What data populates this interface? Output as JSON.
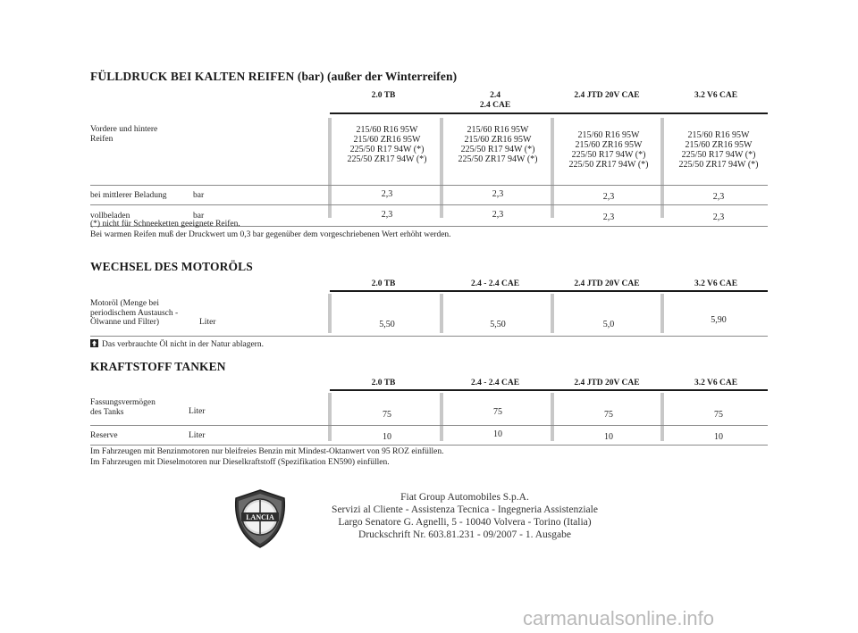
{
  "tires": {
    "title": "FÜLLDRUCK BEI KALTEN REIFEN (bar) (außer der Winterreifen)",
    "headers": [
      {
        "line1": "2.0 TB",
        "line2": ""
      },
      {
        "line1": "2.4",
        "line2": "2.4 CAE"
      },
      {
        "line1": "2.4 JTD 20V CAE",
        "line2": ""
      },
      {
        "line1": "3.2 V6 CAE",
        "line2": ""
      }
    ],
    "rows": [
      {
        "label": "Vordere und hintere\nReifen",
        "unit": "",
        "values": [
          "215/60 R16 95W\n215/60 ZR16 95W\n225/50 R17 94W (*)\n225/50 ZR17 94W (*)",
          "215/60 R16 95W\n215/60 ZR16 95W\n225/50 R17 94W (*)\n225/50 ZR17 94W (*)",
          "215/60 R16 95W\n215/60 ZR16 95W\n225/50 R17 94W (*)\n225/50 ZR17 94W (*)",
          "215/60 R16 95W\n215/60 ZR16 95W\n225/50 R17 94W (*)\n225/50 ZR17 94W (*)"
        ]
      },
      {
        "label": "bei mittlerer Beladung",
        "unit": "bar",
        "values": [
          "2,3",
          "2,3",
          "2,3",
          "2,3"
        ]
      },
      {
        "label": "vollbeladen",
        "unit": "bar",
        "values": [
          "2,3",
          "2,3",
          "2,3",
          "2,3"
        ]
      }
    ],
    "notes": [
      "(*) nicht für Schneeketten geeignete Reifen.",
      "Bei warmen Reifen muß der Druckwert um 0,3 bar gegenüber dem vorgeschriebenen Wert erhöht werden."
    ]
  },
  "oil": {
    "title": "WECHSEL DES MOTORÖLS",
    "headers": [
      "2.0 TB",
      "2.4 - 2.4 CAE",
      "2.4 JTD 20V CAE",
      "3.2 V6 CAE"
    ],
    "row": {
      "label": "Motoröl (Menge bei\nperiodischem Austausch -\nÖlwanne und Filter)",
      "unit": "Liter",
      "values": [
        "5,50",
        "5,50",
        "5,0",
        "5,90"
      ]
    },
    "note": "Das verbrauchte Öl nicht in der Natur ablagern."
  },
  "fuel": {
    "title": "KRAFTSTOFF TANKEN",
    "headers": [
      "2.0 TB",
      "2.4 - 2.4 CAE",
      "2.4 JTD 20V CAE",
      "3.2 V6 CAE"
    ],
    "rows": [
      {
        "label": "Fassungsvermögen\ndes Tanks",
        "unit": "Liter",
        "values": [
          "75",
          "75",
          "75",
          "75"
        ]
      },
      {
        "label": "Reserve",
        "unit": "Liter",
        "values": [
          "10",
          "10",
          "10",
          "10"
        ]
      }
    ],
    "notes": [
      "Im Fahrzeugen mit Benzinmotoren nur bleifreies Benzin mit Mindest-Oktanwert von 95 ROZ einfüllen.",
      "Im Fahrzeugen mit Dieselmotoren nur Dieselkraftstoff (Spezifikation EN590) einfüllen."
    ]
  },
  "footer": {
    "lines": [
      "Fiat Group Automobiles S.p.A.",
      "Servizi al Cliente - Assistenza Tecnica - Ingegneria Assistenziale",
      "Largo Senatore G. Agnelli, 5 - 10040 Volvera - Torino (Italia)",
      "Druckschrift Nr. 603.81.231 - 09/2007 - 1. Ausgabe"
    ],
    "logo_text": "LANCIA"
  },
  "watermark": "carmanualsonline.info",
  "colors": {
    "text": "#1a1a1a",
    "column_bar": "#c8c8c8",
    "rule": "#8a8a8a",
    "watermark": "#b9b9b9"
  }
}
